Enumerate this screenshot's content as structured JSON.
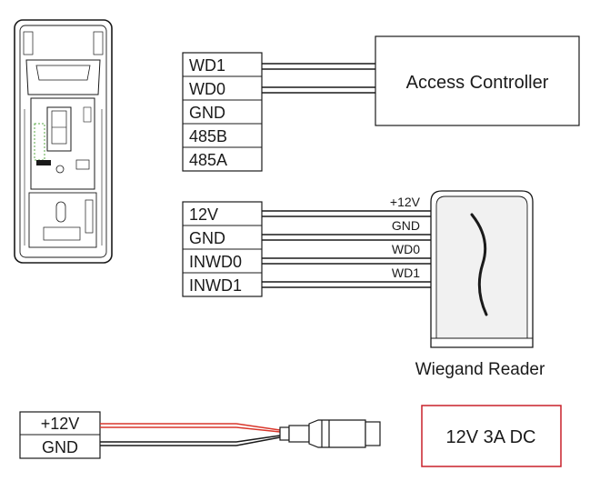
{
  "device_terminals_top": [
    "WD1",
    "WD0",
    "GND",
    "485B",
    "485A"
  ],
  "access_controller": {
    "label": "Access Controller"
  },
  "device_terminals_mid": [
    "12V",
    "GND",
    "INWD0",
    "INWD1"
  ],
  "wiegand_wire_labels": [
    "+12V",
    "GND",
    "WD0",
    "WD1"
  ],
  "wiegand_reader": {
    "label": "Wiegand Reader"
  },
  "power_terminals": [
    "+12V",
    "GND"
  ],
  "power_supply": {
    "label": "12V 3A DC"
  },
  "colors": {
    "line": "#1a1a1a",
    "power_positive": "#d9362b",
    "supply_border": "#c8202a"
  }
}
